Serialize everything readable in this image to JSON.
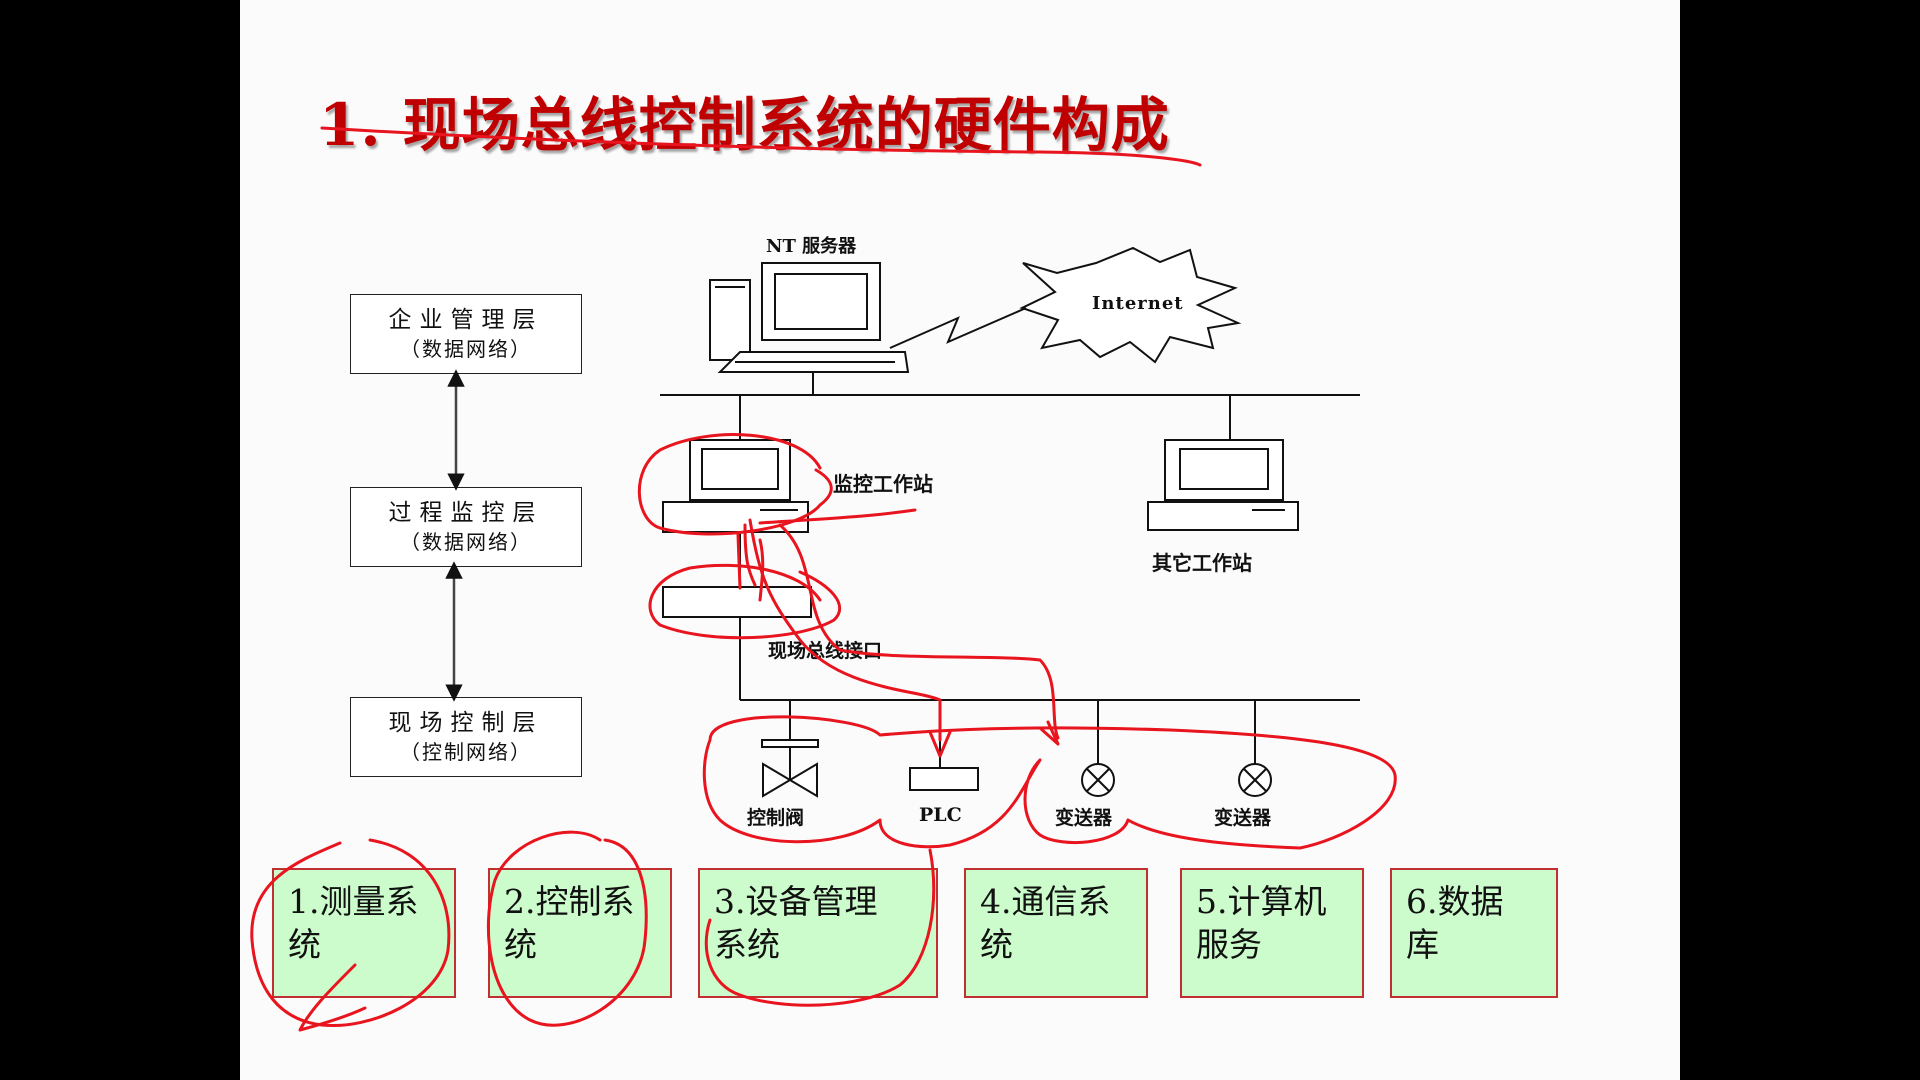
{
  "slide": {
    "title": "1. 现场总线控制系统的硬件构成"
  },
  "layers": [
    {
      "name": "企业管理层",
      "sub": "（数据网络）"
    },
    {
      "name": "过程监控层",
      "sub": "（数据网络）"
    },
    {
      "name": "现场控制层",
      "sub": "（控制网络）"
    }
  ],
  "network": {
    "nt_server": "NT 服务器",
    "internet": "Internet",
    "monitor_station": "监控工作站",
    "other_station": "其它工作站",
    "fieldbus_interface": "现场总线接口",
    "devices": [
      "控制阀",
      "PLC",
      "变送器",
      "变送器"
    ]
  },
  "boxes": [
    {
      "num": "1.",
      "line1": "测量系",
      "line2": "统"
    },
    {
      "num": "2.",
      "line1": "控制系",
      "line2": "统"
    },
    {
      "num": "3.",
      "line1": "设备管理",
      "line2": "系统"
    },
    {
      "num": "4.",
      "line1": "通信系",
      "line2": "统"
    },
    {
      "num": "5.",
      "line1": "计算机",
      "line2": "服务"
    },
    {
      "num": "6.",
      "line1": "数据",
      "line2": "库"
    }
  ],
  "colors": {
    "title": "#c00000",
    "ink": "#e8141e",
    "box_fill": "#ccfccc",
    "box_border": "#c03030",
    "background": "#fbfbfb"
  }
}
